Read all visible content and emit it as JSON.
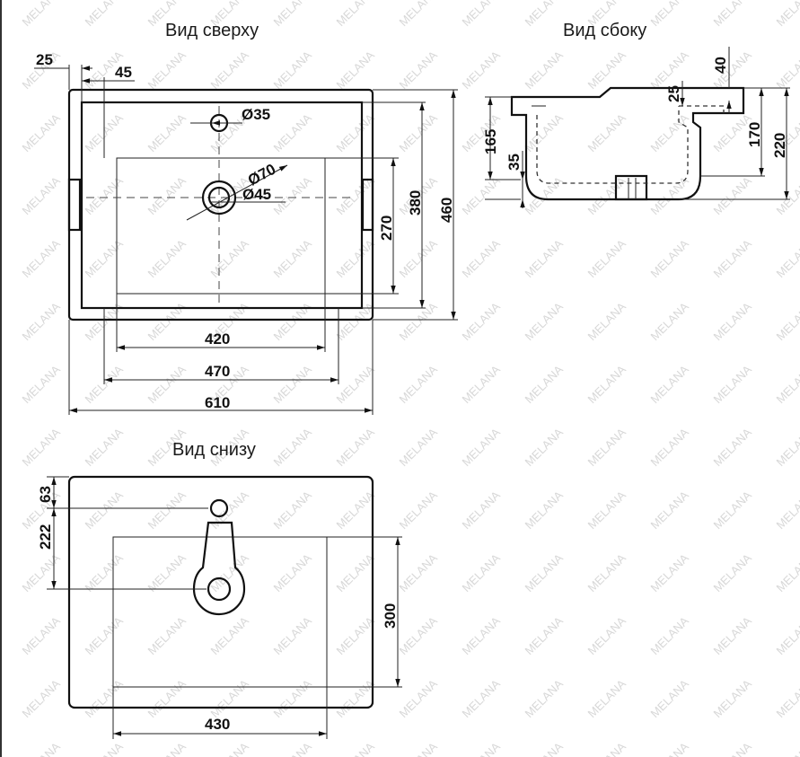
{
  "views": {
    "top": "Вид сверху",
    "side": "Вид сбоку",
    "bottom": "Вид снизу"
  },
  "watermark": "MELANA",
  "top_view": {
    "dim_25": "25",
    "dim_45_offset": "45",
    "dim_35_hole": "Ø35",
    "dim_70": "Ø70",
    "dim_45_drain": "Ø45",
    "dim_380": "380",
    "dim_460": "460",
    "dim_270": "270",
    "dim_420": "420",
    "dim_470": "470",
    "dim_610": "610"
  },
  "side_view": {
    "dim_40": "40",
    "dim_25": "25",
    "dim_165": "165",
    "dim_35": "35",
    "dim_170": "170",
    "dim_220": "220"
  },
  "bottom_view": {
    "dim_63": "63",
    "dim_222": "222",
    "dim_300": "300",
    "dim_430": "430"
  },
  "colors": {
    "line": "#111111",
    "watermark": "#d8d8d8",
    "frame": "#333333"
  }
}
